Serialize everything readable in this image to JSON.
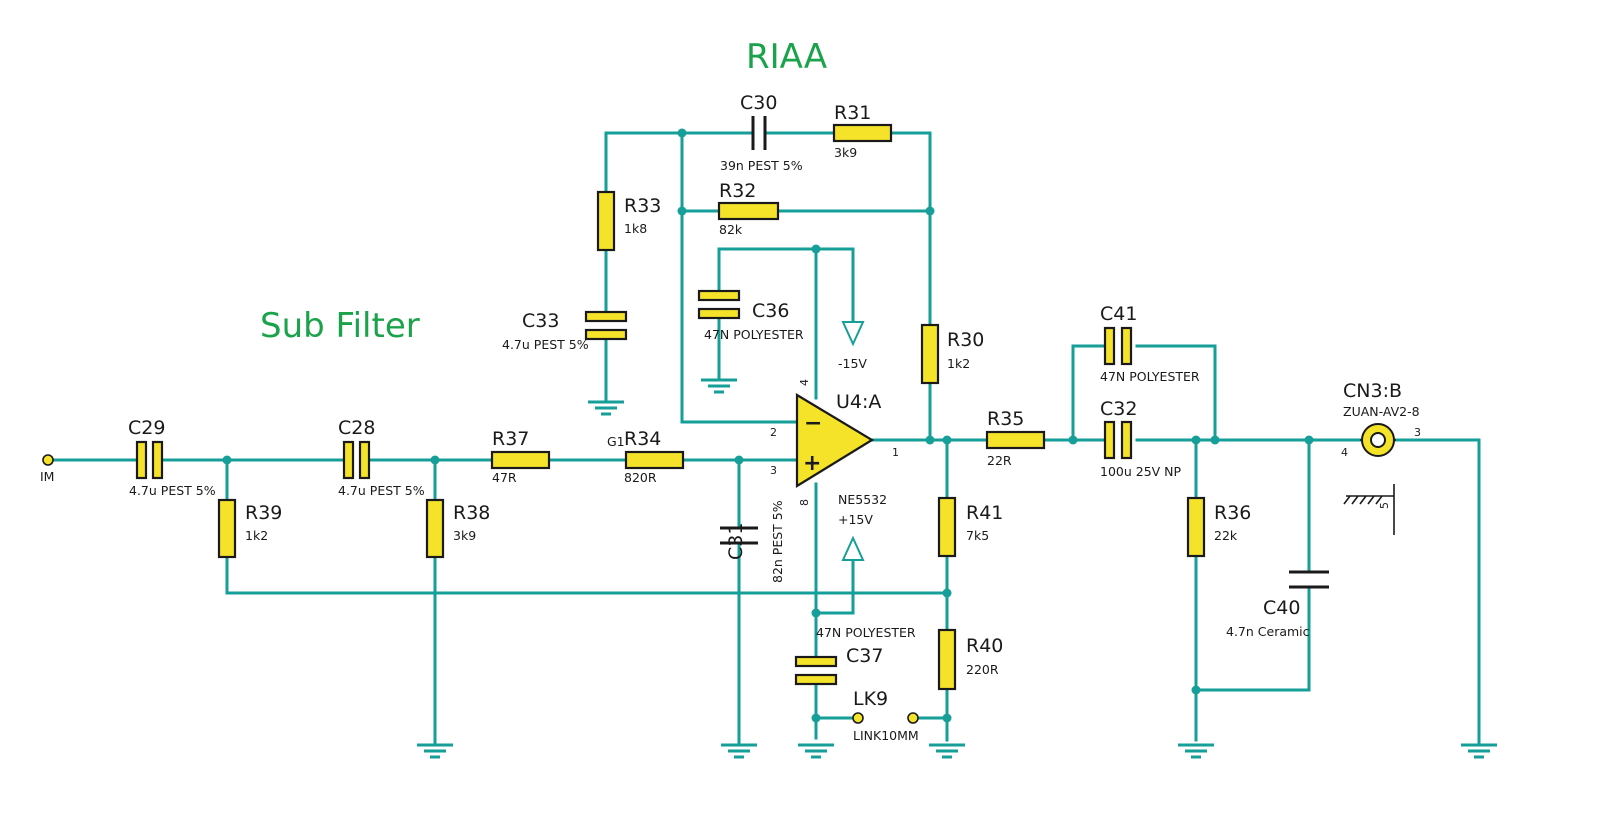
{
  "titles": {
    "riaa": "RIAA",
    "sub_filter": "Sub Filter"
  },
  "input": {
    "label": "IM"
  },
  "components": {
    "c29": {
      "ref": "C29",
      "value": "4.7u PEST 5%"
    },
    "c28": {
      "ref": "C28",
      "value": "4.7u PEST 5%"
    },
    "r39": {
      "ref": "R39",
      "value": "1k2"
    },
    "r38": {
      "ref": "R38",
      "value": "3k9"
    },
    "r37": {
      "ref": "R37",
      "value": "47R"
    },
    "r34": {
      "ref": "R34",
      "value": "820R",
      "marker": "G1"
    },
    "c31": {
      "ref": "C31",
      "value": "82n PEST 5%"
    },
    "c33": {
      "ref": "C33",
      "value": "4.7u PEST 5%"
    },
    "r33": {
      "ref": "R33",
      "value": "1k8"
    },
    "c30": {
      "ref": "C30",
      "value": "39n PEST 5%"
    },
    "r31": {
      "ref": "R31",
      "value": "3k9"
    },
    "r32": {
      "ref": "R32",
      "value": "82k"
    },
    "c36": {
      "ref": "C36",
      "value": "47N POLYESTER"
    },
    "r30": {
      "ref": "R30",
      "value": "1k2"
    },
    "u4a": {
      "ref": "U4:A",
      "value": "NE5532"
    },
    "r41": {
      "ref": "R41",
      "value": "7k5"
    },
    "r40": {
      "ref": "R40",
      "value": "220R"
    },
    "c37": {
      "ref": "C37",
      "value": "47N POLYESTER"
    },
    "lk9": {
      "ref": "LK9",
      "value": "LINK10MM"
    },
    "r35": {
      "ref": "R35",
      "value": "22R"
    },
    "c41": {
      "ref": "C41",
      "value": "47N POLYESTER"
    },
    "c32": {
      "ref": "C32",
      "value": "100u 25V NP"
    },
    "r36": {
      "ref": "R36",
      "value": "22k"
    },
    "c40": {
      "ref": "C40",
      "value": "4.7n Ceramic"
    },
    "cn3b": {
      "ref": "CN3:B",
      "value": "ZUAN-AV2-8"
    }
  },
  "supplies": {
    "neg": "-15V",
    "pos": "+15V"
  },
  "pins": {
    "u4_inv": "2",
    "u4_noninv": "3",
    "u4_out": "1",
    "u4_vneg": "4",
    "u4_vpos": "8",
    "cn3_in": "4",
    "cn3_out": "3",
    "cn3_gnd": "5"
  },
  "colors": {
    "wire": "#169e98",
    "component": "#f5e32a",
    "title": "#1aa34a"
  }
}
